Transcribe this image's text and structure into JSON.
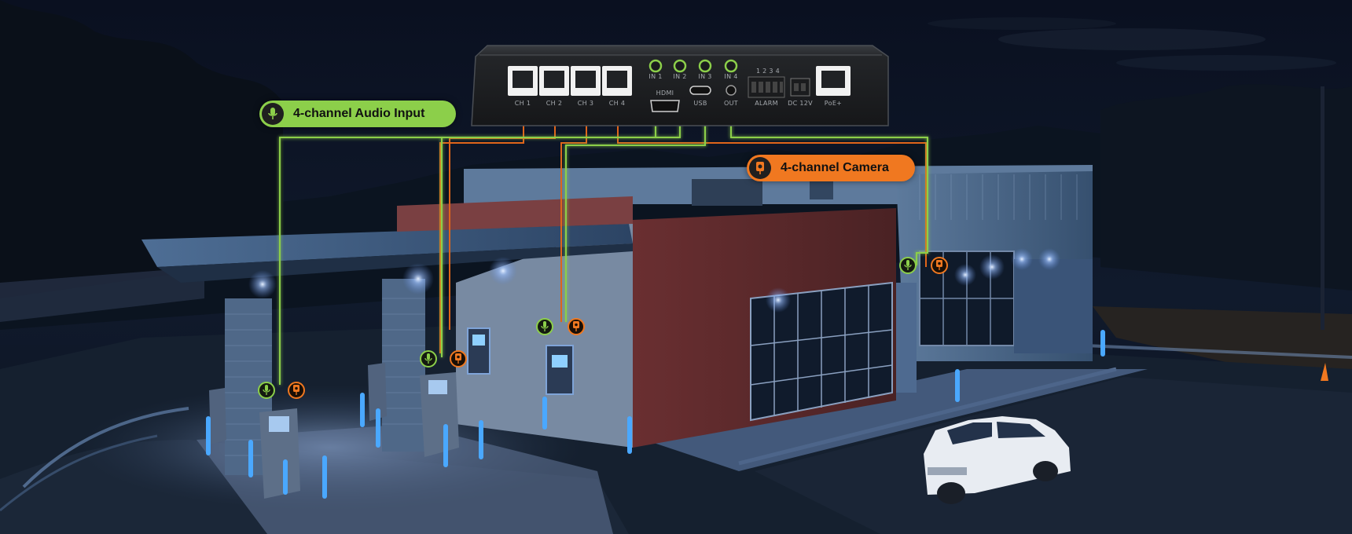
{
  "colors": {
    "accent_green": "#8ccf4a",
    "accent_orange": "#f07820",
    "sky": "#0b1322",
    "building_blue": "#3a5276",
    "brick_red": "#5c2a2b"
  },
  "callouts": {
    "audio": {
      "label": "4-channel Audio Input",
      "icon": "microphone-icon"
    },
    "camera": {
      "label": "4-channel Camera",
      "icon": "camera-icon"
    }
  },
  "device": {
    "ports": {
      "ch1": "CH 1",
      "ch2": "CH 2",
      "ch3": "CH 3",
      "ch4": "CH 4",
      "in1": "IN 1",
      "in2": "IN 2",
      "in3": "IN 3",
      "in4": "IN 4",
      "hdmi": "HDMI",
      "usb": "USB",
      "out": "OUT",
      "alarm": "ALARM",
      "alarm_pins": "1 2 3 4",
      "dc": "DC 12V",
      "poe": "PoE+"
    }
  }
}
